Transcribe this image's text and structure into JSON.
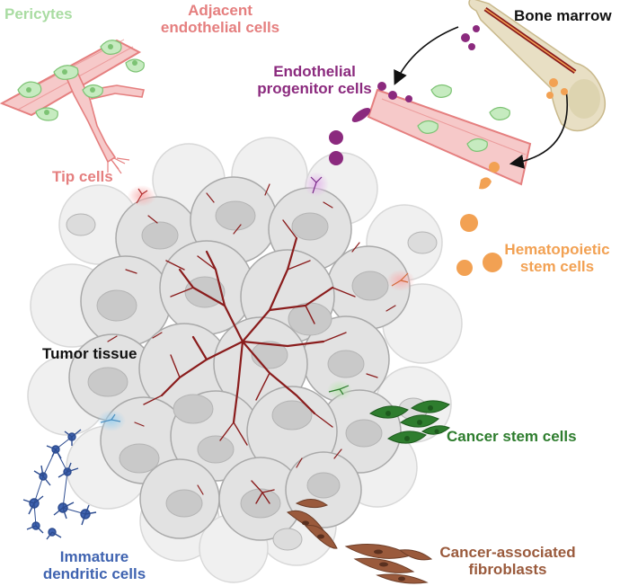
{
  "labels": {
    "pericytes": "Pericytes",
    "adjacent_line1": "Adjacent",
    "adjacent_line2": "endothelial cells",
    "bone_marrow": "Bone marrow",
    "epc_line1": "Endothelial",
    "epc_line2": "progenitor cells",
    "tip_cells": "Tip cells",
    "hsc_line1": "Hematopoietic",
    "hsc_line2": "stem cells",
    "tumor_tissue": "Tumor tissue",
    "csc": "Cancer stem cells",
    "idc_line1": "Immature",
    "idc_line2": "dendritic cells",
    "caf_line1": "Cancer-associated",
    "caf_line2": "fibroblasts"
  },
  "colors": {
    "pericytes": "#a9dca2",
    "endothelial": "#e57f7f",
    "vessel_fill": "#f6c9c9",
    "bone_marrow_text": "#111111",
    "bone": "#e8dfc4",
    "epc": "#8b2a7e",
    "hsc": "#f2a153",
    "tumor_text": "#111111",
    "tumor_cell": "#dedede",
    "tumor_nucleus": "#c6c6c6",
    "tumor_vessel": "#8a1c1c",
    "csc": "#2e7d2e",
    "idc": "#3f63b0",
    "caf": "#9a5a3c"
  },
  "icons": [
    "bone-icon",
    "blood-vessel-icon",
    "tumor-mass-icon",
    "dendritic-cell-icon",
    "fibroblast-icon",
    "stem-cell-icon"
  ]
}
